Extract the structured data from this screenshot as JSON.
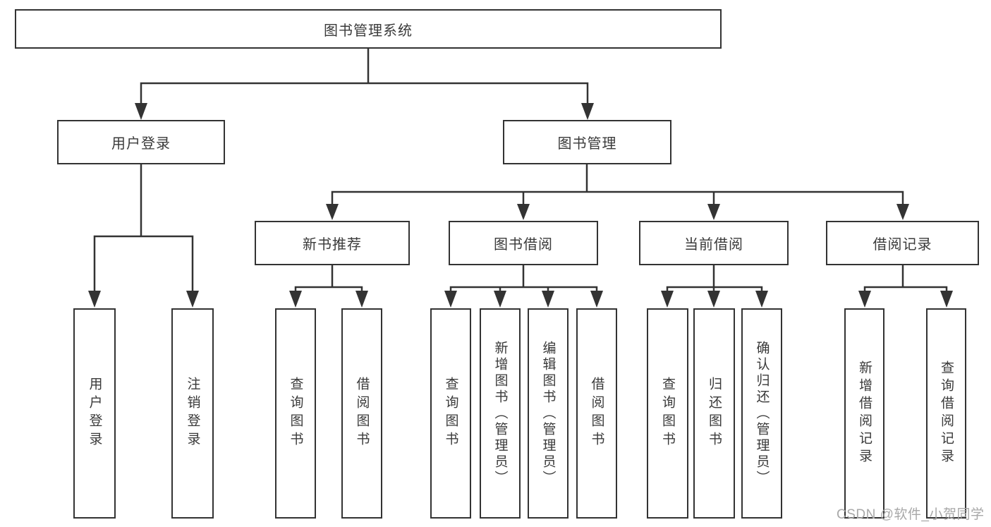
{
  "diagram": {
    "root": {
      "label": "图书管理系统"
    },
    "level2": [
      {
        "label": "用户登录"
      },
      {
        "label": "图书管理"
      }
    ],
    "level3": [
      {
        "label": "新书推荐"
      },
      {
        "label": "图书借阅"
      },
      {
        "label": "当前借阅"
      },
      {
        "label": "借阅记录"
      }
    ],
    "leaves": {
      "user_login": [
        {
          "label": "用户登录"
        },
        {
          "label": "注销登录"
        }
      ],
      "new_book": [
        {
          "label": "查询图书"
        },
        {
          "label": "借阅图书"
        }
      ],
      "book_borrow": [
        {
          "label": "查询图书"
        },
        {
          "label": "新增图书（管理员）"
        },
        {
          "label": "编辑图书（管理员）"
        },
        {
          "label": "借阅图书"
        }
      ],
      "current_borrow": [
        {
          "label": "查询图书"
        },
        {
          "label": "归还图书"
        },
        {
          "label": "确认归还（管理员）"
        }
      ],
      "borrow_record": [
        {
          "label": "新增借阅记录"
        },
        {
          "label": "查询借阅记录"
        }
      ]
    },
    "watermark": "CSDN @软件_小贺同学",
    "colors": {
      "line": "#333333",
      "text": "#3a3a3a",
      "watermark": "#a8a8a8",
      "background": "#ffffff"
    }
  }
}
